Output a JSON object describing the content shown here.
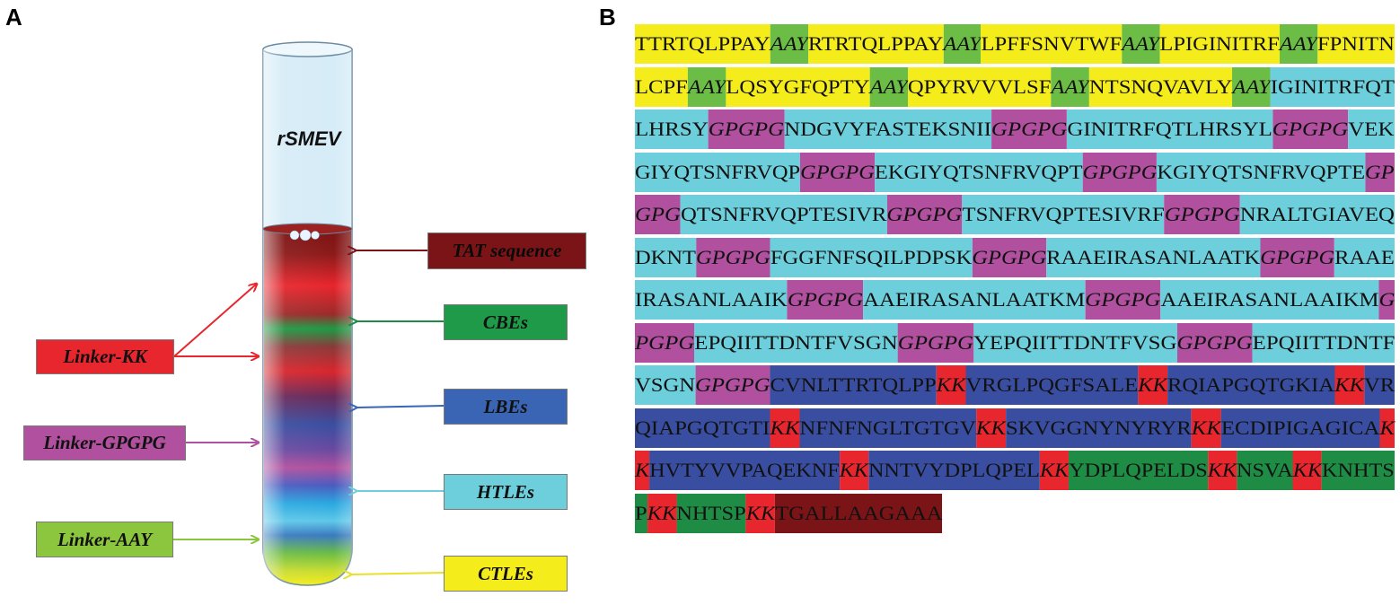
{
  "panels": {
    "a": "A",
    "b": "B"
  },
  "tube": {
    "title": "rSMEV"
  },
  "labels": {
    "tat": "TAT sequence",
    "cbe": "CBEs",
    "lbe": "LBEs",
    "htle": "HTLEs",
    "ctle": "CTLEs",
    "kk": "Linker-KK",
    "gpgpg": "Linker-GPGPG",
    "aay": "Linker-AAY"
  },
  "colors": {
    "ctle": "#f5ec1c",
    "aay": "#6cbd45",
    "htle": "#6dcfdb",
    "gpgpg": "#b0509e",
    "lbe": "#3a4ea1",
    "kk": "#e8262d",
    "cbe": "#1e8c44",
    "tat": "#7b1416"
  },
  "sequence_lines": [
    [
      [
        "ctle",
        "TTRTQLPPAY"
      ],
      [
        "aay",
        "AAY"
      ],
      [
        "ctle",
        "RTRTQLPPAY"
      ],
      [
        "aay",
        "AAY"
      ],
      [
        "ctle",
        "LPFFSNVTWF"
      ],
      [
        "aay",
        "AAY"
      ],
      [
        "ctle",
        "LPIGINITRF"
      ],
      [
        "aay",
        "AAY"
      ],
      [
        "ctle",
        "FPNITN"
      ]
    ],
    [
      [
        "ctle",
        "LCPF"
      ],
      [
        "aay",
        "AAY"
      ],
      [
        "ctle",
        "LQSYGFQPTY"
      ],
      [
        "aay",
        "AAY"
      ],
      [
        "ctle",
        "QPYRVVVLSF"
      ],
      [
        "aay",
        "AAY"
      ],
      [
        "ctle",
        "NTSNQVAVLY"
      ],
      [
        "aay",
        "AAY"
      ],
      [
        "htle",
        "IGINITRFQT"
      ]
    ],
    [
      [
        "htle",
        "LHRSY"
      ],
      [
        "gpgpg",
        "GPGPG"
      ],
      [
        "htle",
        "NDGVYFASTEKSNII"
      ],
      [
        "gpgpg",
        "GPGPG"
      ],
      [
        "htle",
        "GINITRFQTLHRSYL"
      ],
      [
        "gpgpg",
        "GPGPG"
      ],
      [
        "htle",
        "VEK"
      ]
    ],
    [
      [
        "htle",
        "GIYQTSNFRVQP"
      ],
      [
        "gpgpg",
        "GPGPG"
      ],
      [
        "htle",
        "EKGIYQTSNFRVQPT"
      ],
      [
        "gpgpg",
        "GPGPG"
      ],
      [
        "htle",
        "KGIYQTSNFRVQPTE"
      ],
      [
        "gpgpg",
        "GP"
      ]
    ],
    [
      [
        "gpgpg",
        "GPG"
      ],
      [
        "htle",
        "QTSNFRVQPTESIVR"
      ],
      [
        "gpgpg",
        "GPGPG"
      ],
      [
        "htle",
        "TSNFRVQPTESIVRF"
      ],
      [
        "gpgpg",
        "GPGPG"
      ],
      [
        "htle",
        "NRALTGIAVEQ"
      ]
    ],
    [
      [
        "htle",
        "DKNT"
      ],
      [
        "gpgpg",
        "GPGPG"
      ],
      [
        "htle",
        "FGGFNFSQILPDPSK"
      ],
      [
        "gpgpg",
        "GPGPG"
      ],
      [
        "htle",
        "RAAEIRASANLAATK"
      ],
      [
        "gpgpg",
        "GPGPG"
      ],
      [
        "htle",
        "RAAE"
      ]
    ],
    [
      [
        "htle",
        "IRASANLAAIK"
      ],
      [
        "gpgpg",
        "GPGPG"
      ],
      [
        "htle",
        "AAEIRASANLAATKM"
      ],
      [
        "gpgpg",
        "GPGPG"
      ],
      [
        "htle",
        "AAEIRASANLAAIKM"
      ],
      [
        "gpgpg",
        "G"
      ]
    ],
    [
      [
        "gpgpg",
        "PGPG"
      ],
      [
        "htle",
        "EPQIITTDNTFVSGN"
      ],
      [
        "gpgpg",
        "GPGPG"
      ],
      [
        "htle",
        "YEPQIITTDNTFVSG"
      ],
      [
        "gpgpg",
        "GPGPG"
      ],
      [
        "htle",
        "EPQIITTDNTF"
      ]
    ],
    [
      [
        "htle",
        "VSGN"
      ],
      [
        "gpgpg",
        "GPGPG"
      ],
      [
        "lbe",
        "CVNLTTRTQLPP"
      ],
      [
        "kk",
        "KK"
      ],
      [
        "lbe",
        "VRGLPQGFSALE"
      ],
      [
        "kk",
        "KK"
      ],
      [
        "lbe",
        "RQIAPGQTGKIA"
      ],
      [
        "kk",
        "KK"
      ],
      [
        "lbe",
        "VR"
      ]
    ],
    [
      [
        "lbe",
        "QIAPGQTGTI"
      ],
      [
        "kk",
        "KK"
      ],
      [
        "lbe",
        "NFNFNGLTGTGV"
      ],
      [
        "kk",
        "KK"
      ],
      [
        "lbe",
        "SKVGGNYNYRYR"
      ],
      [
        "kk",
        "KK"
      ],
      [
        "lbe",
        "ECDIPIGAGICA"
      ],
      [
        "kk",
        "K"
      ]
    ],
    [
      [
        "kk",
        "K"
      ],
      [
        "lbe",
        "HVTYVVPAQEKNF"
      ],
      [
        "kk",
        "KK"
      ],
      [
        "lbe",
        "NNTVYDPLQPEL"
      ],
      [
        "kk",
        "KK"
      ],
      [
        "cbe",
        "YDPLQPELDS"
      ],
      [
        "kk",
        "KK"
      ],
      [
        "cbe",
        "NSVA"
      ],
      [
        "kk",
        "KK"
      ],
      [
        "cbe",
        "KNHTS"
      ]
    ],
    [
      [
        "cbe",
        "P"
      ],
      [
        "kk",
        "KK"
      ],
      [
        "cbe",
        "NHTSP"
      ],
      [
        "kk",
        "KK"
      ],
      [
        "tat",
        "TGALLAAGAAA"
      ]
    ]
  ]
}
